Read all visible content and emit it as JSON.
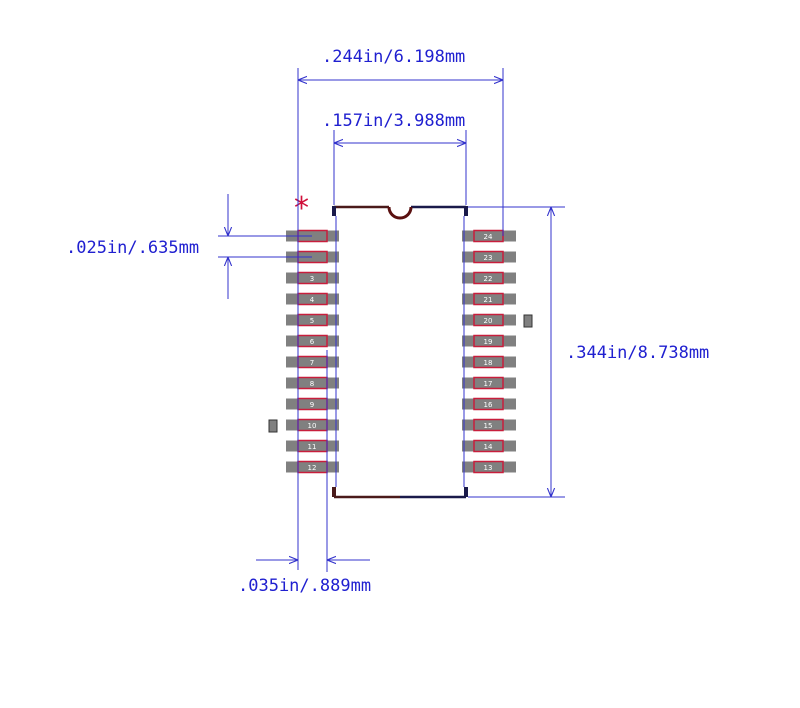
{
  "dimensions": {
    "overall_width": ".244in/6.198mm",
    "body_width": ".157in/3.988mm",
    "pitch": ".025in/.635mm",
    "body_length": ".344in/8.738mm",
    "pin_width": ".035in/.889mm"
  },
  "pin1_marker": "*",
  "left_pins": [
    "",
    "",
    "3",
    "4",
    "5",
    "6",
    "7",
    "8",
    "9",
    "10",
    "11",
    "12"
  ],
  "right_pins": [
    "24",
    "23",
    "22",
    "21",
    "20",
    "19",
    "18",
    "17",
    "16",
    "15",
    "14",
    "13"
  ],
  "colors": {
    "dimension_line": "#3333cc",
    "pin_fill": "#808080",
    "pad_outline": "#c81e3c",
    "body_outline": "#1a1a1a",
    "pin1_marker": "#d0103a"
  }
}
